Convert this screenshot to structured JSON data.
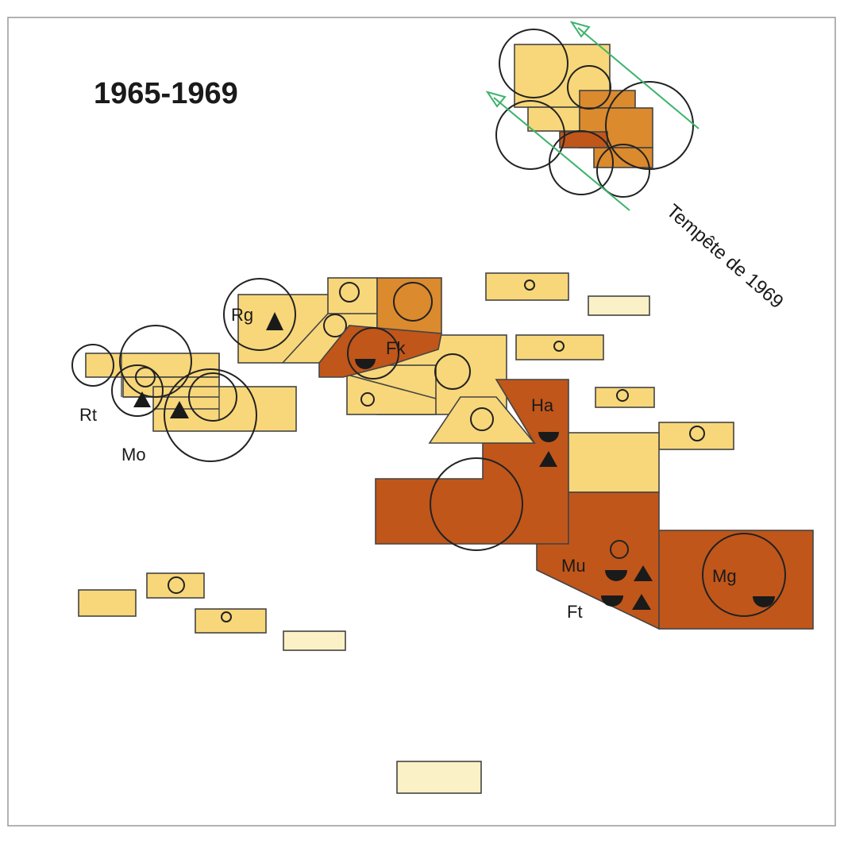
{
  "title": "1965-1969",
  "storm_label": "Tempête de 1969",
  "atolls": {
    "rg": "Rg",
    "rt": "Rt",
    "mo": "Mo",
    "fk": "Fk",
    "ha": "Ha",
    "mu": "Mu",
    "ft": "Ft",
    "mg": "Mg"
  },
  "colors": {
    "light": "#f8d77a",
    "pale": "#fbf1c6",
    "medium": "#db8a2e",
    "dark": "#c0561a",
    "storm_track": "#3cb36a"
  }
}
